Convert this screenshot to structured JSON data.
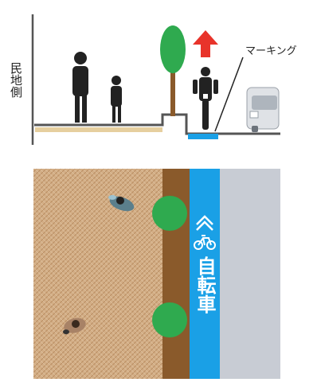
{
  "section_view": {
    "side_label": "民地側",
    "marking_label": "マーキング",
    "direction_arrow_color": "#e8332a"
  },
  "plan_view": {
    "lane_text": "自転車",
    "lane_color": "#1aa0e6",
    "sidewalk_color": "#c9a27a",
    "planting_strip_color": "#8a5a2b",
    "carriageway_color": "#c8ccd4",
    "tree_color": "#2faa4f",
    "icons": [
      "double-chevron-icon",
      "bicycle-icon"
    ]
  }
}
